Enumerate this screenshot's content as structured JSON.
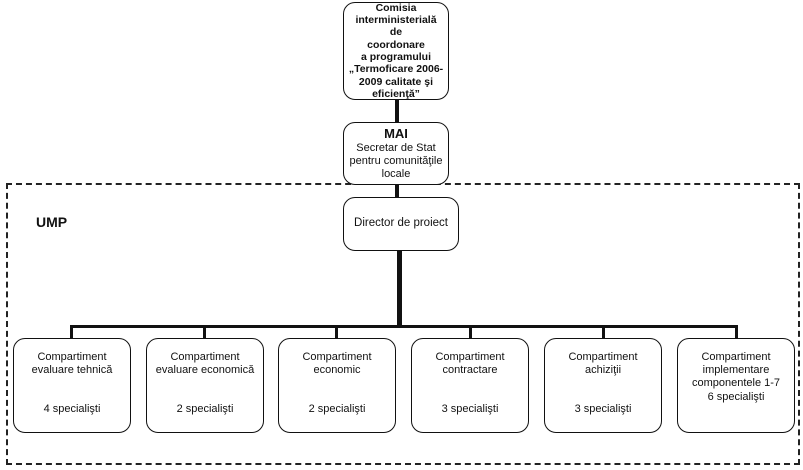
{
  "diagram": {
    "top_node": {
      "lines": [
        "Comisia",
        "interministerială de",
        "coordonare",
        "a programului",
        "„Termoficare 2006-",
        "2009 calitate şi",
        "eficienţă”"
      ]
    },
    "mai_node": {
      "title": "MAI",
      "lines": [
        "Secretar de Stat",
        "pentru comunităţile",
        "locale"
      ]
    },
    "ump_label": "UMP",
    "director_node": {
      "label": "Director de proiect"
    },
    "compartments": [
      {
        "label_lines": [
          "Compartiment",
          "evaluare tehnică"
        ],
        "staff": "4 specialişti"
      },
      {
        "label_lines": [
          "Compartiment",
          "evaluare economică"
        ],
        "staff": "2 specialişti"
      },
      {
        "label_lines": [
          "Compartiment",
          "economic"
        ],
        "staff": "2 specialişti"
      },
      {
        "label_lines": [
          "Compartiment",
          "contractare"
        ],
        "staff": "3 specialişti"
      },
      {
        "label_lines": [
          "Compartiment",
          "achiziţii"
        ],
        "staff": "3 specialişti"
      },
      {
        "label_lines": [
          "Compartiment",
          "implementare",
          "componentele 1-7"
        ],
        "staff": "6 specialişti"
      }
    ]
  }
}
